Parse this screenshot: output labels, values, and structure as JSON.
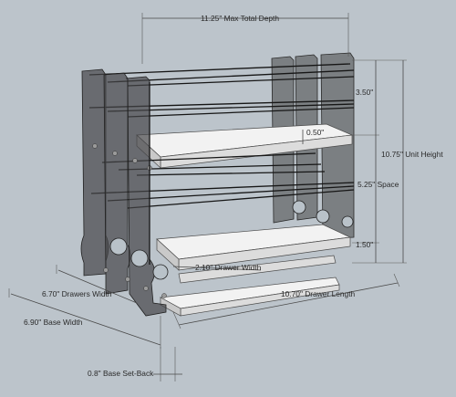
{
  "labels": {
    "max_total_depth": "11.25\" Max Total Depth",
    "top_space": "3.50\"",
    "shelf_thickness": "0.50\"",
    "unit_height": "10.75\" Unit Height",
    "middle_space": "5.25\" Space",
    "bottom_space": "1.50\"",
    "drawer_width": "2.10\" Drawer Width",
    "drawers_width": "6.70\" Drawers Width",
    "drawer_length": "10.70\" Drawer Length",
    "base_width": "6.90\" Base Width",
    "base_setback": "0.8\" Base Set-Back"
  },
  "colors": {
    "background": "#bcc4cb",
    "panel": "#545456",
    "shelf": "#f2f2f2",
    "rod": "#161616"
  }
}
